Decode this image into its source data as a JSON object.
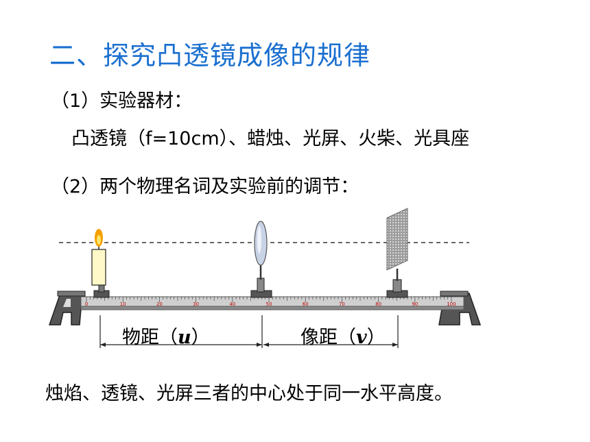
{
  "title": "二、探究凸透镜成像的规律",
  "section1": {
    "heading": "（1）实验器材：",
    "materials": "凸透镜（f=10cm）、蜡烛、光屏、火柴、光具座"
  },
  "section2": {
    "heading": "（2）两个物理名词及实验前的调节："
  },
  "diagram": {
    "object_distance_label": "物距（",
    "object_distance_symbol": "u",
    "image_distance_label": "像距（",
    "image_distance_symbol": "v",
    "close_paren": "）",
    "ruler_ticks": [
      "0",
      "10",
      "20",
      "30",
      "40",
      "50",
      "60",
      "70",
      "80",
      "90",
      "100"
    ]
  },
  "conclusion": "烛焰、透镜、光屏三者的中心处于同一水平高度。"
}
